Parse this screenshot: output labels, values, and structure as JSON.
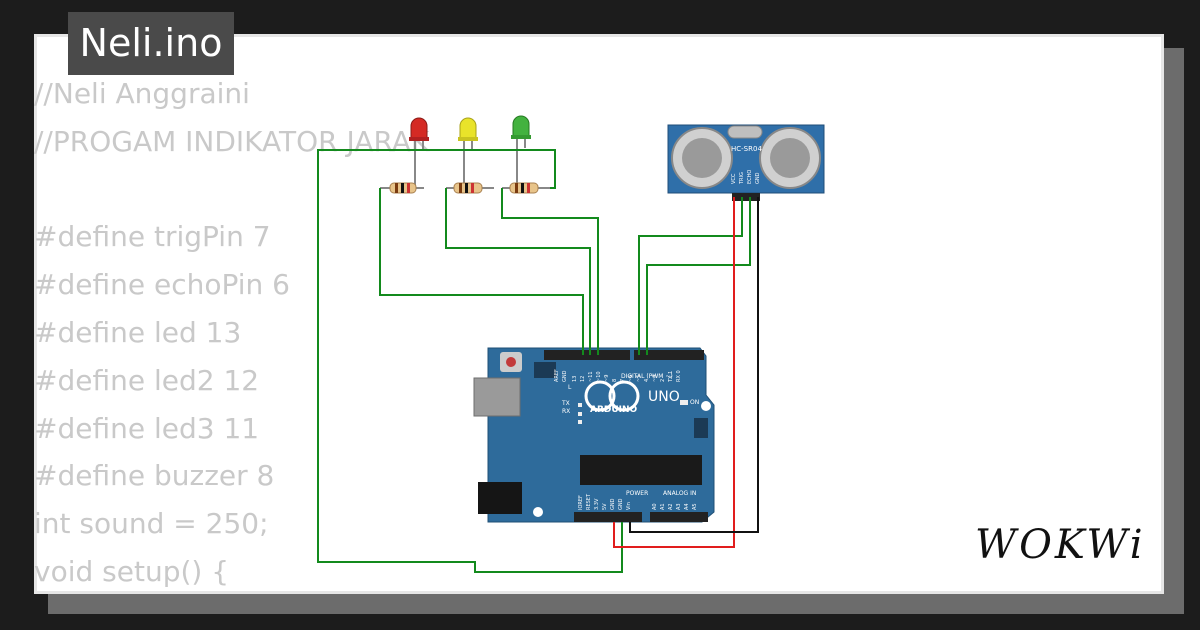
{
  "project": {
    "title": "Neli.ino"
  },
  "code_lines": [
    "//Neli Anggraini",
    "//PROGAM INDIKATOR JARAK",
    "",
    "#define trigPin 7",
    "#define echoPin 6",
    "#define led 13",
    "#define led2 12",
    "#define led3 11",
    "#define buzzer 8",
    "int sound = 250;",
    "void setup() {"
  ],
  "board": {
    "brand": "ARDUINO",
    "model": "UNO",
    "digital_label": "DIGITAL (PWM ~)",
    "power_label": "POWER",
    "analog_label": "ANALOG IN",
    "on_label": "ON",
    "l_label": "L",
    "tx_label": "TX",
    "rx_label": "RX",
    "aref": "AREF",
    "gnd": "GND",
    "digital_pins": [
      "13",
      "12",
      "~11",
      "~10",
      "~9",
      "8",
      "7",
      "~6",
      "~5",
      "4",
      "~3",
      "2",
      "TX 1",
      "RX 0"
    ],
    "power_pins": [
      "IOREF",
      "RESET",
      "3.3V",
      "5V",
      "GND",
      "GND",
      "Vin"
    ],
    "analog_pins": [
      "A0",
      "A1",
      "A2",
      "A3",
      "A4",
      "A5"
    ]
  },
  "sensor": {
    "name": "HC-SR04",
    "pins": [
      "VCC",
      "TRIG",
      "ECHO",
      "GND"
    ]
  },
  "leds": [
    {
      "color": "red",
      "hex": "#d42a24"
    },
    {
      "color": "yellow",
      "hex": "#e9e32a"
    },
    {
      "color": "green",
      "hex": "#43b23f"
    }
  ],
  "colors": {
    "wire_green": "#138a1d",
    "wire_red": "#e11d1d",
    "wire_black": "#111111",
    "board_blue": "#2e6b9b",
    "sensor_blue": "#2f6fa9"
  },
  "brand_logo": "WOKWi"
}
